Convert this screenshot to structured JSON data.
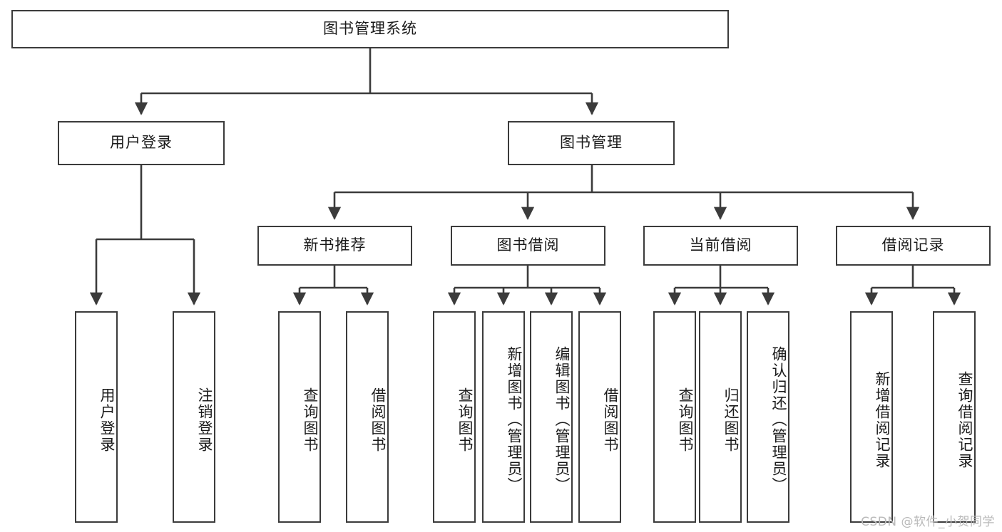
{
  "diagram": {
    "title": "图书管理系统",
    "type": "tree-hierarchy",
    "watermark": "CSDN @软件_小贺同学",
    "colors": {
      "box_border": "#3b3b3b",
      "box_fill": "#ffffff",
      "edge": "#3b3b3b",
      "text": "#1b1b1b",
      "watermark": "#b9b9b9"
    },
    "levels": {
      "root": {
        "label": "图书管理系统"
      },
      "level2": [
        {
          "label": "用户登录"
        },
        {
          "label": "图书管理"
        }
      ],
      "level3": [
        {
          "label": "新书推荐"
        },
        {
          "label": "图书借阅"
        },
        {
          "label": "当前借阅"
        },
        {
          "label": "借阅记录"
        }
      ],
      "leaves": {
        "user_login": [
          {
            "label": "用户登录"
          },
          {
            "label": "注销登录"
          }
        ],
        "new_book_recommend": [
          {
            "label": "查询图书"
          },
          {
            "label": "借阅图书"
          }
        ],
        "book_borrow": [
          {
            "label": "查询图书"
          },
          {
            "label": "新增图书（管理员）"
          },
          {
            "label": "编辑图书（管理员）"
          },
          {
            "label": "借阅图书"
          }
        ],
        "current_borrow": [
          {
            "label": "查询图书"
          },
          {
            "label": "归还图书"
          },
          {
            "label": "确认归还（管理员）"
          }
        ],
        "borrow_record": [
          {
            "label": "新增借阅记录"
          },
          {
            "label": "查询借阅记录"
          }
        ]
      }
    }
  }
}
